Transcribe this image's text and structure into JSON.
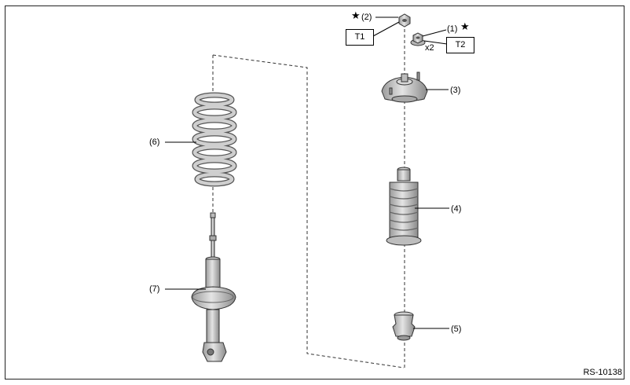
{
  "callouts": {
    "c1": "(1)",
    "c2": "(2)",
    "c3": "(3)",
    "c4": "(4)",
    "c5": "(5)",
    "c6": "(6)",
    "c7": "(7)"
  },
  "torque": {
    "t1": "T1",
    "t2": "T2"
  },
  "qty": "x2",
  "star": "★",
  "figure_code": "RS-10138",
  "colors": {
    "part_fill": "#c9c9c9",
    "part_dark": "#8c8c8c",
    "line": "#000000"
  }
}
